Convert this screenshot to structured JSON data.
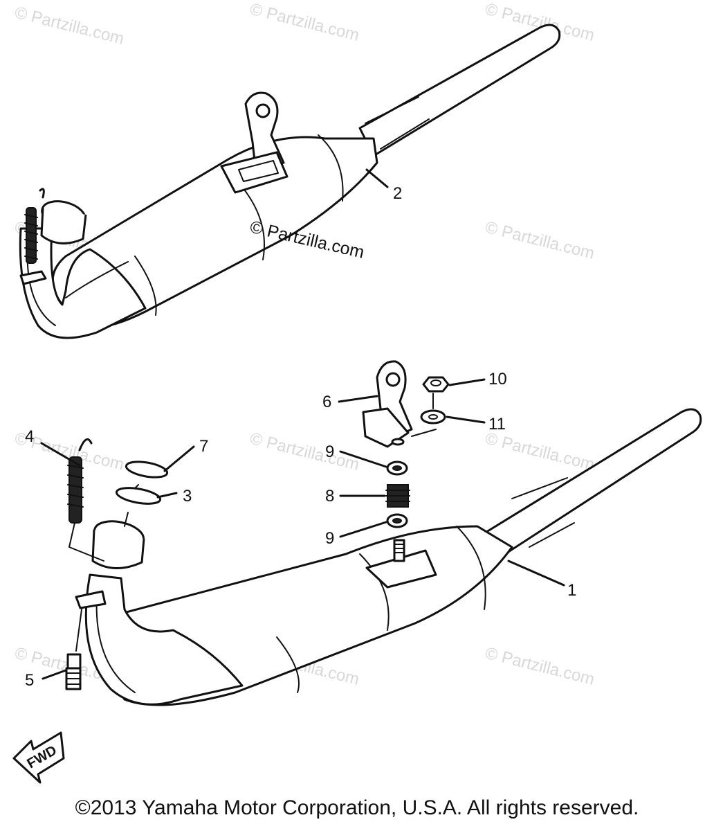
{
  "watermark": "© Partzilla.com",
  "callouts": {
    "c1": "1",
    "c2": "2",
    "c3": "3",
    "c4": "4",
    "c5": "5",
    "c6": "6",
    "c7": "7",
    "c8": "8",
    "c9a": "9",
    "c9b": "9",
    "c10": "10",
    "c11": "11"
  },
  "fwd_label": "FWD",
  "copyright": "©2013 Yamaha Motor Corporation, U.S.A. All rights reserved."
}
